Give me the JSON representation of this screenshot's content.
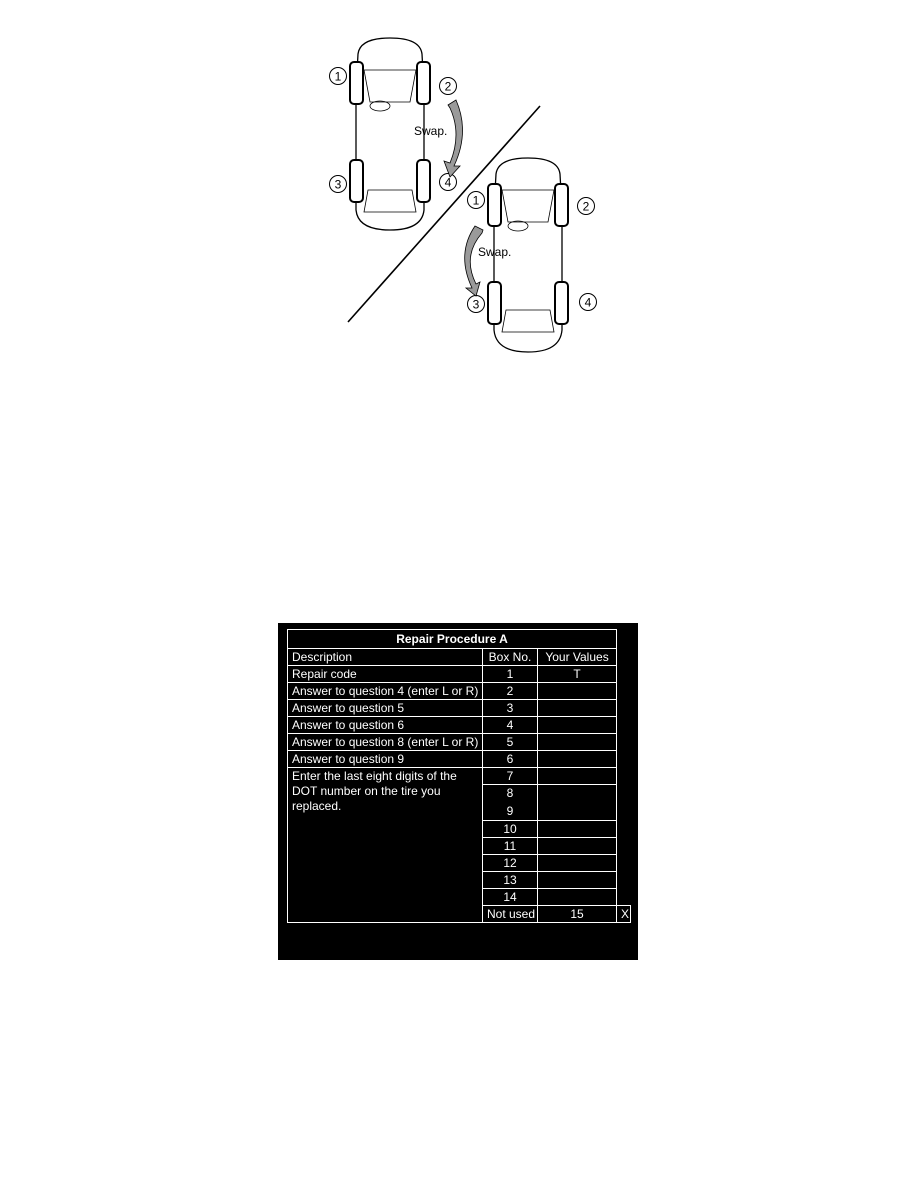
{
  "diagram": {
    "swap_label": "Swap.",
    "car_a_wheels": [
      "1",
      "2",
      "3",
      "4"
    ],
    "car_b_wheels": [
      "1",
      "2",
      "3",
      "4"
    ]
  },
  "table": {
    "title": "Repair Procedure A",
    "headers": [
      "Description",
      "Box No.",
      "Your Values"
    ],
    "rows": [
      {
        "description": "Repair code",
        "box": "1",
        "value": "T"
      },
      {
        "description": "Answer to question 4 (enter L or R)",
        "box": "2",
        "value": ""
      },
      {
        "description": "Answer to question 5",
        "box": "3",
        "value": ""
      },
      {
        "description": "Answer to question 6",
        "box": "4",
        "value": ""
      },
      {
        "description": "Answer to question 8 (enter L or R)",
        "box": "5",
        "value": ""
      },
      {
        "description": "Answer to question 9",
        "box": "6",
        "value": ""
      }
    ],
    "dot_description": "Enter the last eight digits of the DOT number on the tire you replaced.",
    "dot_boxes": [
      "7",
      "8",
      "9",
      "10",
      "11",
      "12",
      "13",
      "14"
    ],
    "last_row": {
      "description": "Not used",
      "box": "15",
      "value": "X"
    }
  }
}
